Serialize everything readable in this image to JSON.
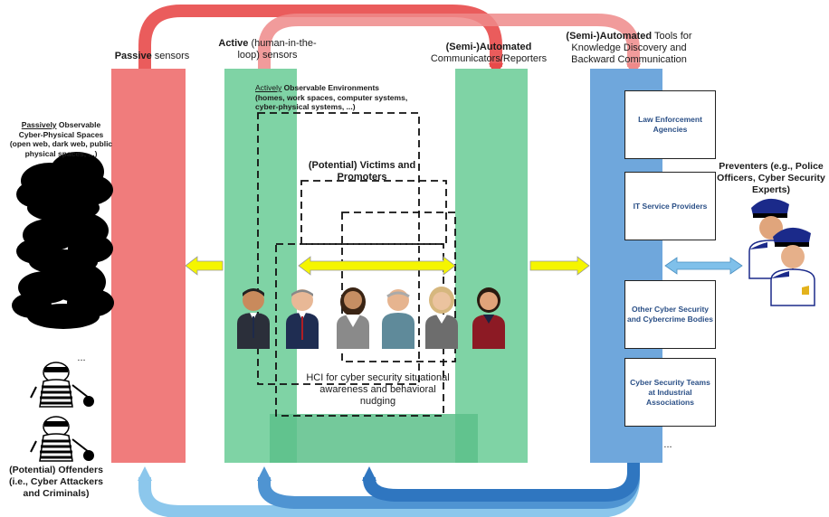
{
  "columns": {
    "passive": {
      "bold": "Passive",
      "rest": " sensors"
    },
    "active": {
      "bold": "Active",
      "rest": " (human-in-the-loop) sensors"
    },
    "communicators": {
      "bold": "(Semi-)Automated",
      "rest": "Communicators/Reporters"
    },
    "tools": {
      "bold": "(Semi-)Automated",
      "rest": " Tools for Knowledge Discovery and Backward Communication"
    }
  },
  "passive_spaces": {
    "underlined": "Passively",
    "rest": " Observable Cyber-Physical Spaces (open web, dark web, public physical spaces, ...)"
  },
  "active_envs": {
    "underlined": "Actively",
    "rest": " Observable Environments (homes, work spaces, computer systems, cyber-physical systems, ...)"
  },
  "victims": "(Potential) Victims and Promoters",
  "hci": "HCI for cyber security situational awareness and behavioral nudging",
  "offenders": "(Potential) Offenders (i.e., Cyber Attackers and Criminals)",
  "preventers": "Preventers (e.g., Police Officers, Cyber Security Experts)",
  "ellipsis_left": "...",
  "ellipsis_right": "...",
  "organizations": [
    "Law Enforcement Agencies",
    "IT Service Providers",
    "Other Cyber Security and Cybercrime Bodies",
    "Cyber Security Teams at Industrial Associations"
  ],
  "colors": {
    "passive": "#f07c7c",
    "active": "#7fd3a5",
    "tools": "#6fa7dc",
    "arrow_yellow": "#f5f500",
    "arrow_blue": "#7fc0ea",
    "arrow_red": "#e84a4a",
    "arrow_dark_blue": "#3f82c6"
  }
}
